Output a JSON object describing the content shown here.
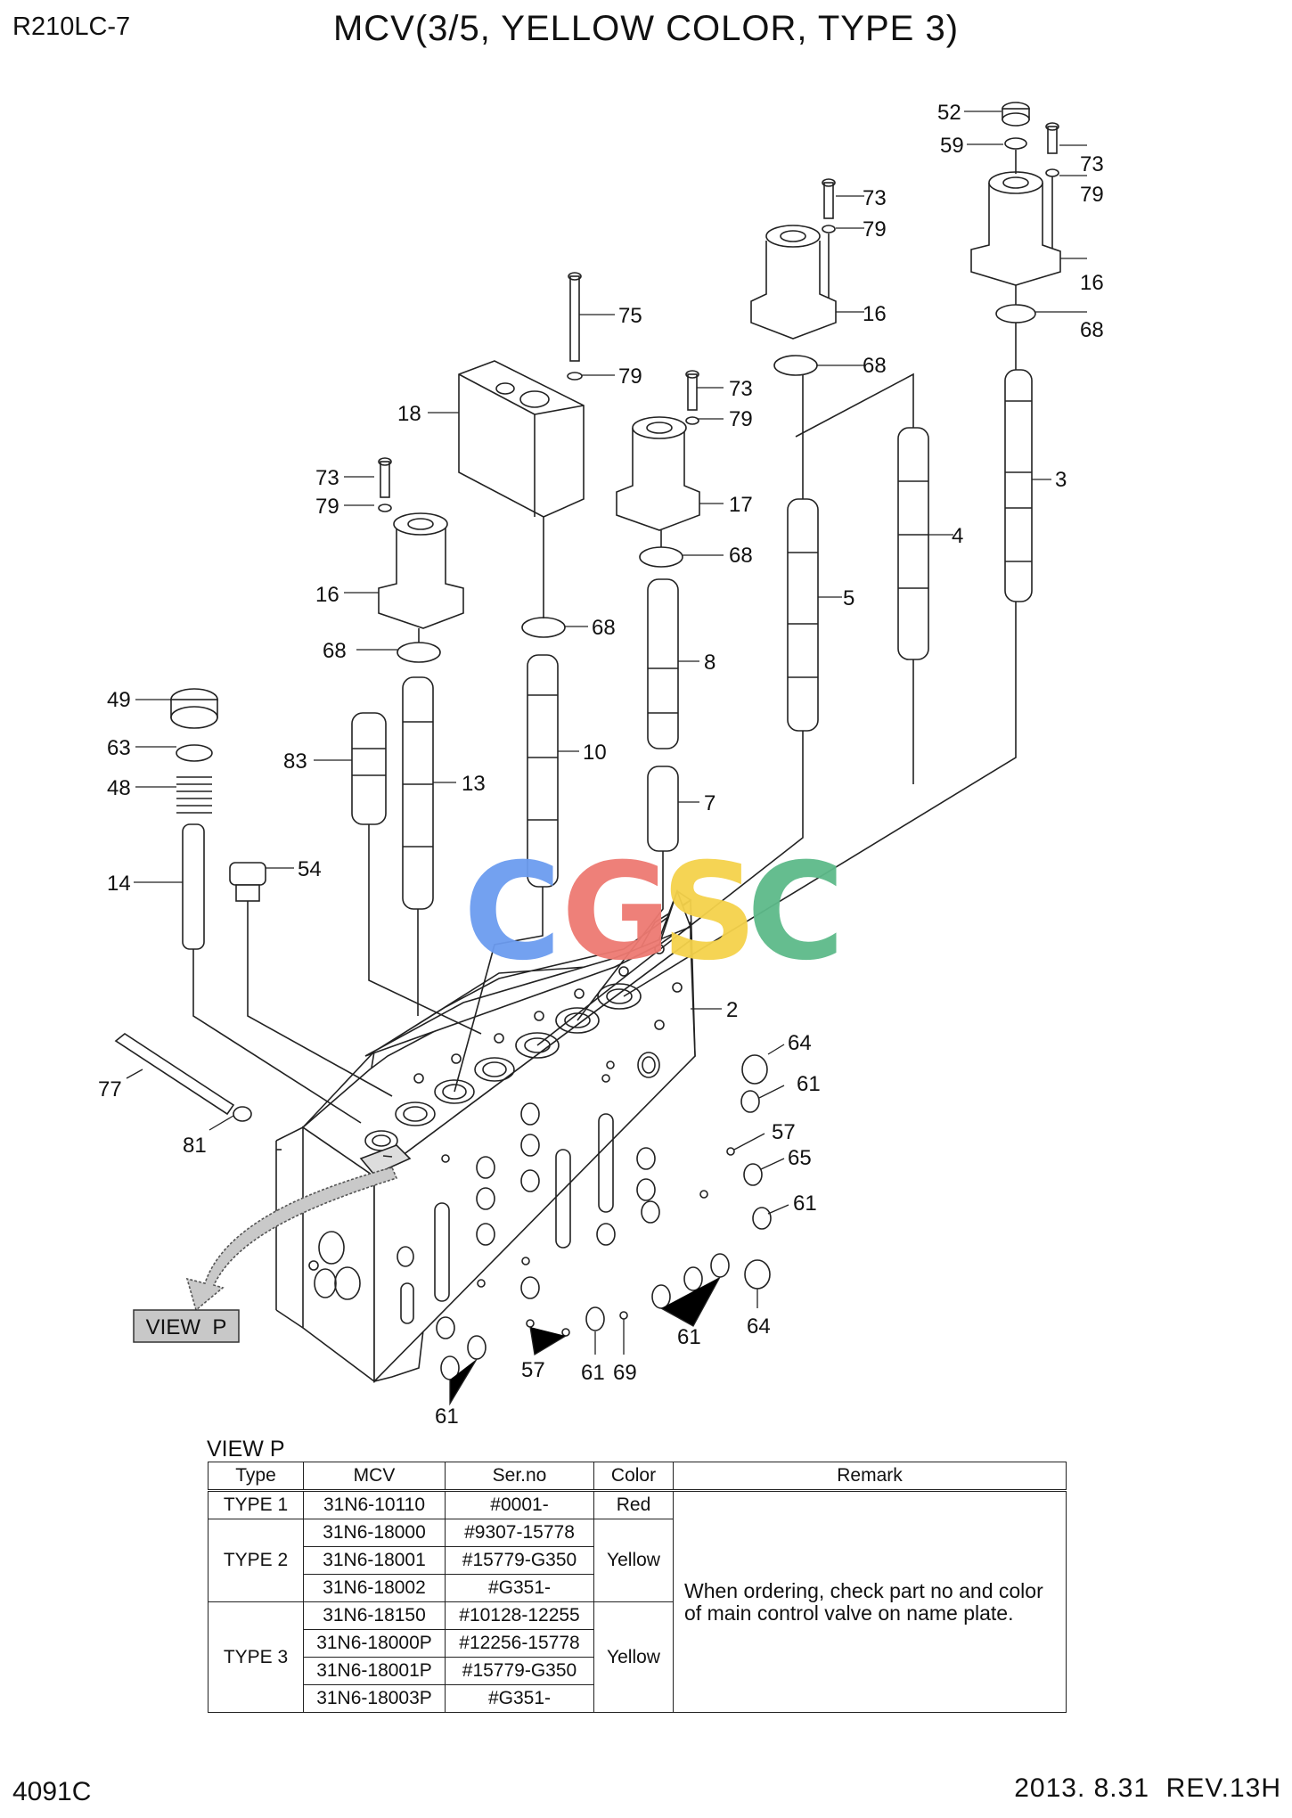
{
  "header": {
    "model": "R210LC-7",
    "title": "MCV(3/5, YELLOW COLOR, TYPE 3)"
  },
  "footer": {
    "page_code": "4091C",
    "revision": "2013. 8.31  REV.13H"
  },
  "watermark": {
    "letters": [
      "C",
      "G",
      "S",
      "C"
    ],
    "colors": [
      "#6c9cf0",
      "#ee7a72",
      "#f5d24b",
      "#5dba8a"
    ]
  },
  "callouts": {
    "c52": "52",
    "c59": "59",
    "c73a": "73",
    "c79a": "79",
    "c16a": "16",
    "c68a": "68",
    "c73b": "73",
    "c79b": "79",
    "c16b": "16",
    "c68b": "68",
    "c3": "3",
    "c4": "4",
    "c5": "5",
    "c75": "75",
    "c79c": "79",
    "c18": "18",
    "c73c": "73",
    "c79d": "79",
    "c17": "17",
    "c68c": "68",
    "c68d": "68",
    "c8": "8",
    "c10": "10",
    "c7": "7",
    "c73d": "73",
    "c79e": "79",
    "c16c": "16",
    "c68e": "68",
    "c49": "49",
    "c63": "63",
    "c48": "48",
    "c83": "83",
    "c13": "13",
    "c14": "14",
    "c54": "54",
    "c2": "2",
    "c64a": "64",
    "c61a": "61",
    "c57a": "57",
    "c65": "65",
    "c61b": "61",
    "c77": "77",
    "c81": "81",
    "c64b": "64",
    "c61c": "61",
    "c57b": "57",
    "c61d": "61",
    "c69": "69",
    "c61e": "61"
  },
  "view_button": "VIEW  P",
  "table": {
    "section_label": "VIEW P",
    "headers": [
      "Type",
      "MCV",
      "Ser.no",
      "Color",
      "Remark"
    ],
    "type1": {
      "type": "TYPE 1",
      "mcv": "31N6-10110",
      "serno": "#0001-",
      "color": "Red"
    },
    "type2": {
      "type": "TYPE 2",
      "color": "Yellow",
      "rows": [
        {
          "mcv": "31N6-18000",
          "serno": "#9307-15778"
        },
        {
          "mcv": "31N6-18001",
          "serno": "#15779-G350"
        },
        {
          "mcv": "31N6-18002",
          "serno": "#G351-"
        }
      ]
    },
    "type3": {
      "type": "TYPE 3",
      "color": "Yellow",
      "rows": [
        {
          "mcv": "31N6-18150",
          "serno": "#10128-12255"
        },
        {
          "mcv": "31N6-18000P",
          "serno": "#12256-15778"
        },
        {
          "mcv": "31N6-18001P",
          "serno": "#15779-G350"
        },
        {
          "mcv": "31N6-18003P",
          "serno": "#G351-"
        }
      ]
    },
    "remark": "When ordering, check part no and color of main control valve on name plate."
  }
}
